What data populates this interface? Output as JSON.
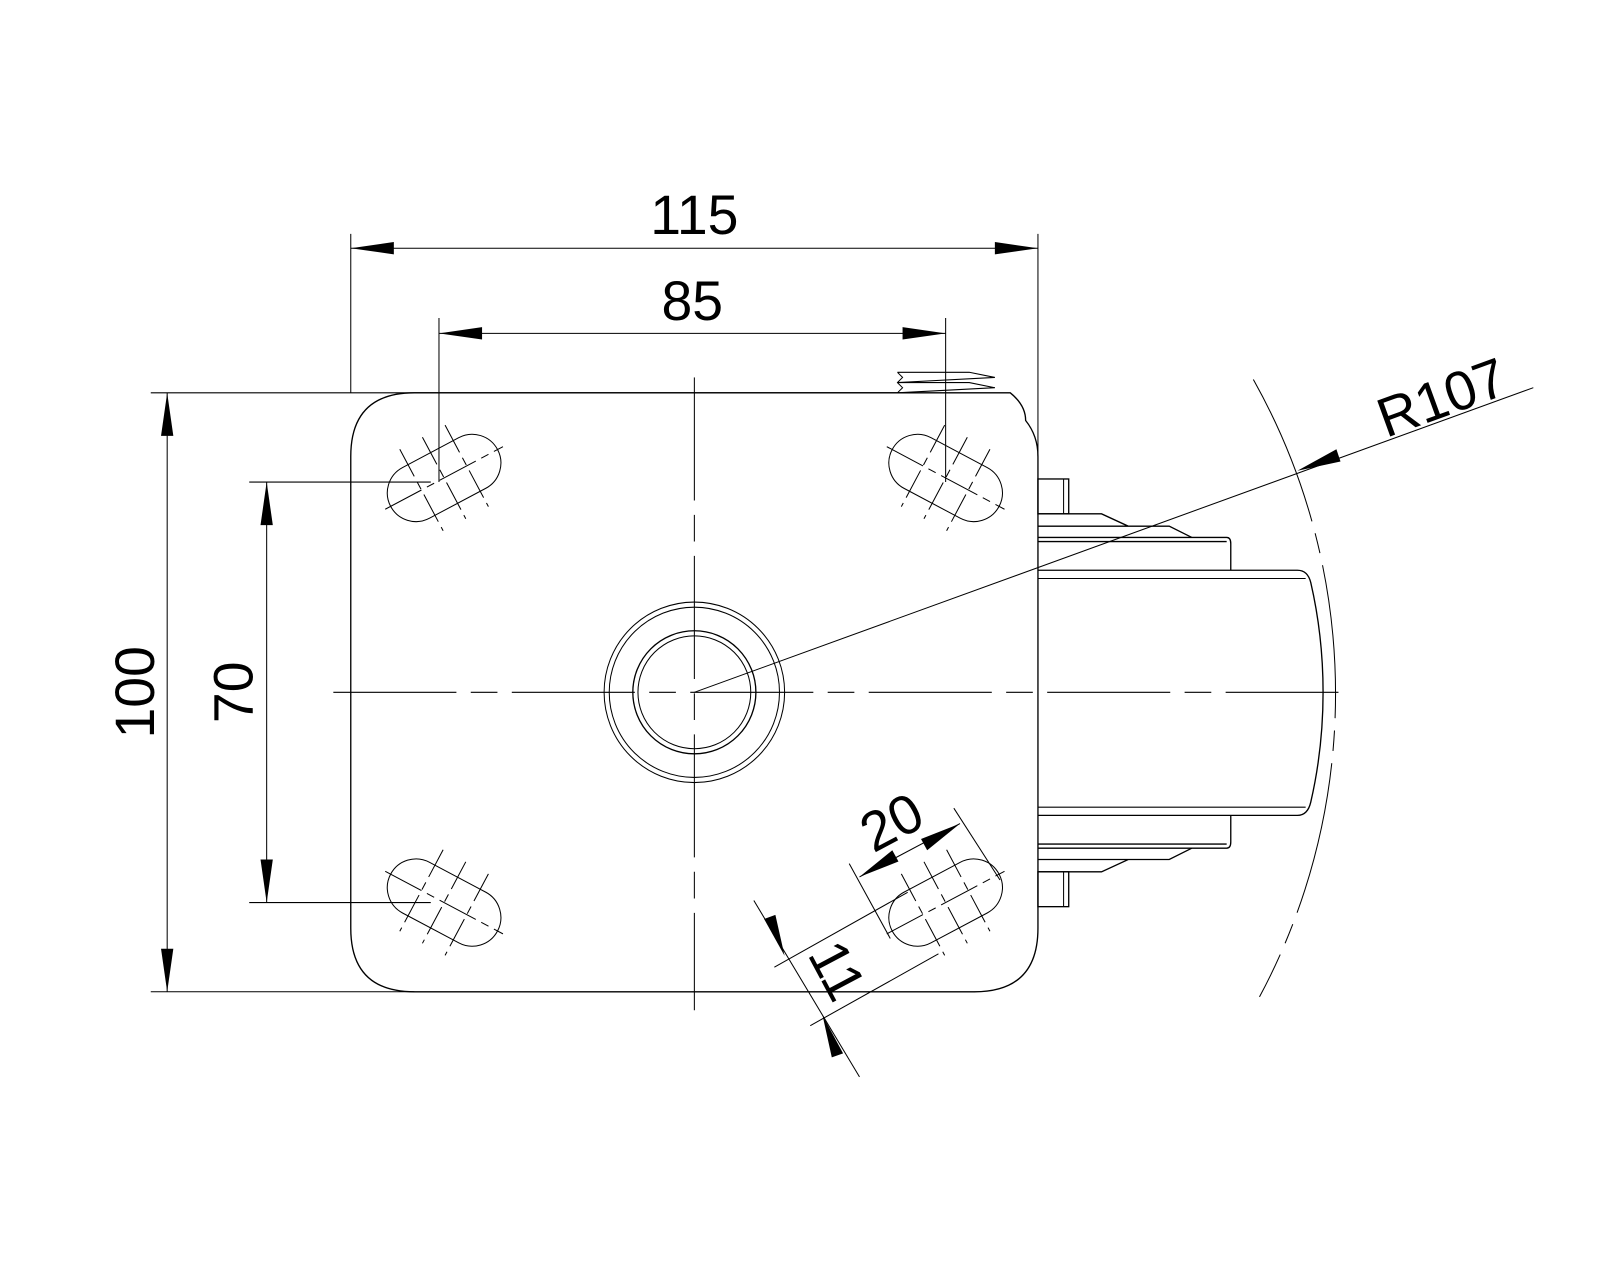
{
  "drawing": {
    "dimensions": {
      "overall_width": "115",
      "hole_spacing_width": "85",
      "overall_height": "100",
      "hole_spacing_height": "70",
      "slot_length": "20",
      "slot_width": "11",
      "swing_radius": "R107"
    }
  }
}
